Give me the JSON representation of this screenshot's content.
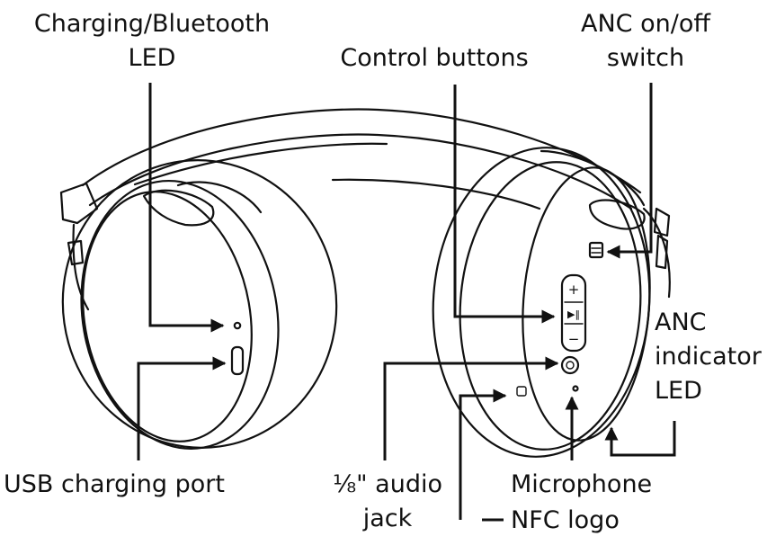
{
  "labels": {
    "charging_led_l1": "Charging/Bluetooth",
    "charging_led_l2": "LED",
    "control_buttons": "Control buttons",
    "anc_switch_l1": "ANC on/off",
    "anc_switch_l2": "switch",
    "anc_led_l1": "ANC",
    "anc_led_l2": "indicator",
    "anc_led_l3": "LED",
    "usb_port": "USB charging port",
    "audio_jack_l1": "⅛\" audio",
    "audio_jack_l2": "jack",
    "microphone": "Microphone",
    "nfc_logo": "NFC logo"
  },
  "button_symbols": {
    "plus": "+",
    "minus": "−",
    "play_pause": "▶‖"
  }
}
